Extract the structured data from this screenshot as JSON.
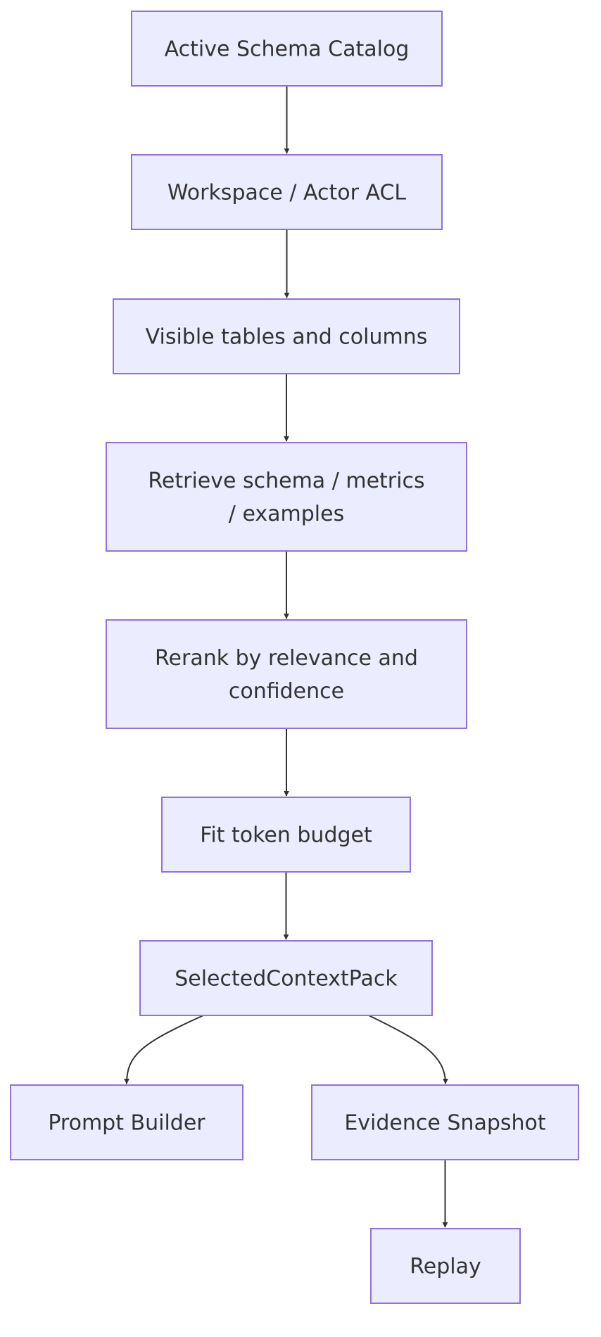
{
  "diagram": {
    "nodes": [
      {
        "id": "catalog",
        "lines": [
          "Active Schema Catalog"
        ]
      },
      {
        "id": "acl",
        "lines": [
          "Workspace / Actor ACL"
        ]
      },
      {
        "id": "visible",
        "lines": [
          "Visible tables and columns"
        ]
      },
      {
        "id": "retrieve",
        "lines": [
          "Retrieve schema / metrics",
          "/ examples"
        ]
      },
      {
        "id": "rerank",
        "lines": [
          "Rerank by relevance and",
          "confidence"
        ]
      },
      {
        "id": "fit",
        "lines": [
          "Fit token budget"
        ]
      },
      {
        "id": "pack",
        "lines": [
          "SelectedContextPack"
        ]
      },
      {
        "id": "prompt",
        "lines": [
          "Prompt Builder"
        ]
      },
      {
        "id": "evidence",
        "lines": [
          "Evidence Snapshot"
        ]
      },
      {
        "id": "replay",
        "lines": [
          "Replay"
        ]
      }
    ],
    "edges": [
      {
        "from": "catalog",
        "to": "acl"
      },
      {
        "from": "acl",
        "to": "visible"
      },
      {
        "from": "visible",
        "to": "retrieve"
      },
      {
        "from": "retrieve",
        "to": "rerank"
      },
      {
        "from": "rerank",
        "to": "fit"
      },
      {
        "from": "fit",
        "to": "pack"
      },
      {
        "from": "pack",
        "to": "prompt"
      },
      {
        "from": "pack",
        "to": "evidence"
      },
      {
        "from": "evidence",
        "to": "replay"
      }
    ],
    "colors": {
      "node_fill": "#ECECFF",
      "node_border": "#9370DB",
      "text": "#333333",
      "edge": "#333333"
    }
  }
}
